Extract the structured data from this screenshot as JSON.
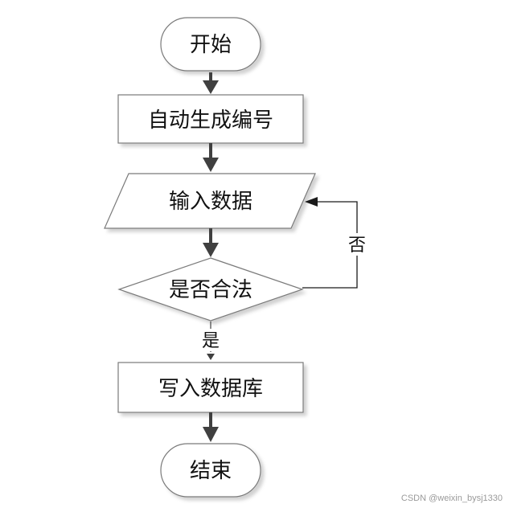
{
  "flowchart": {
    "nodes": {
      "start": "开始",
      "auto_number": "自动生成编号",
      "input_data": "输入数据",
      "is_valid": "是否合法",
      "write_db": "写入数据库",
      "end": "结束"
    },
    "edge_labels": {
      "no": "否",
      "yes": "是"
    }
  },
  "watermark": "CSDN @weixin_bysj1330"
}
